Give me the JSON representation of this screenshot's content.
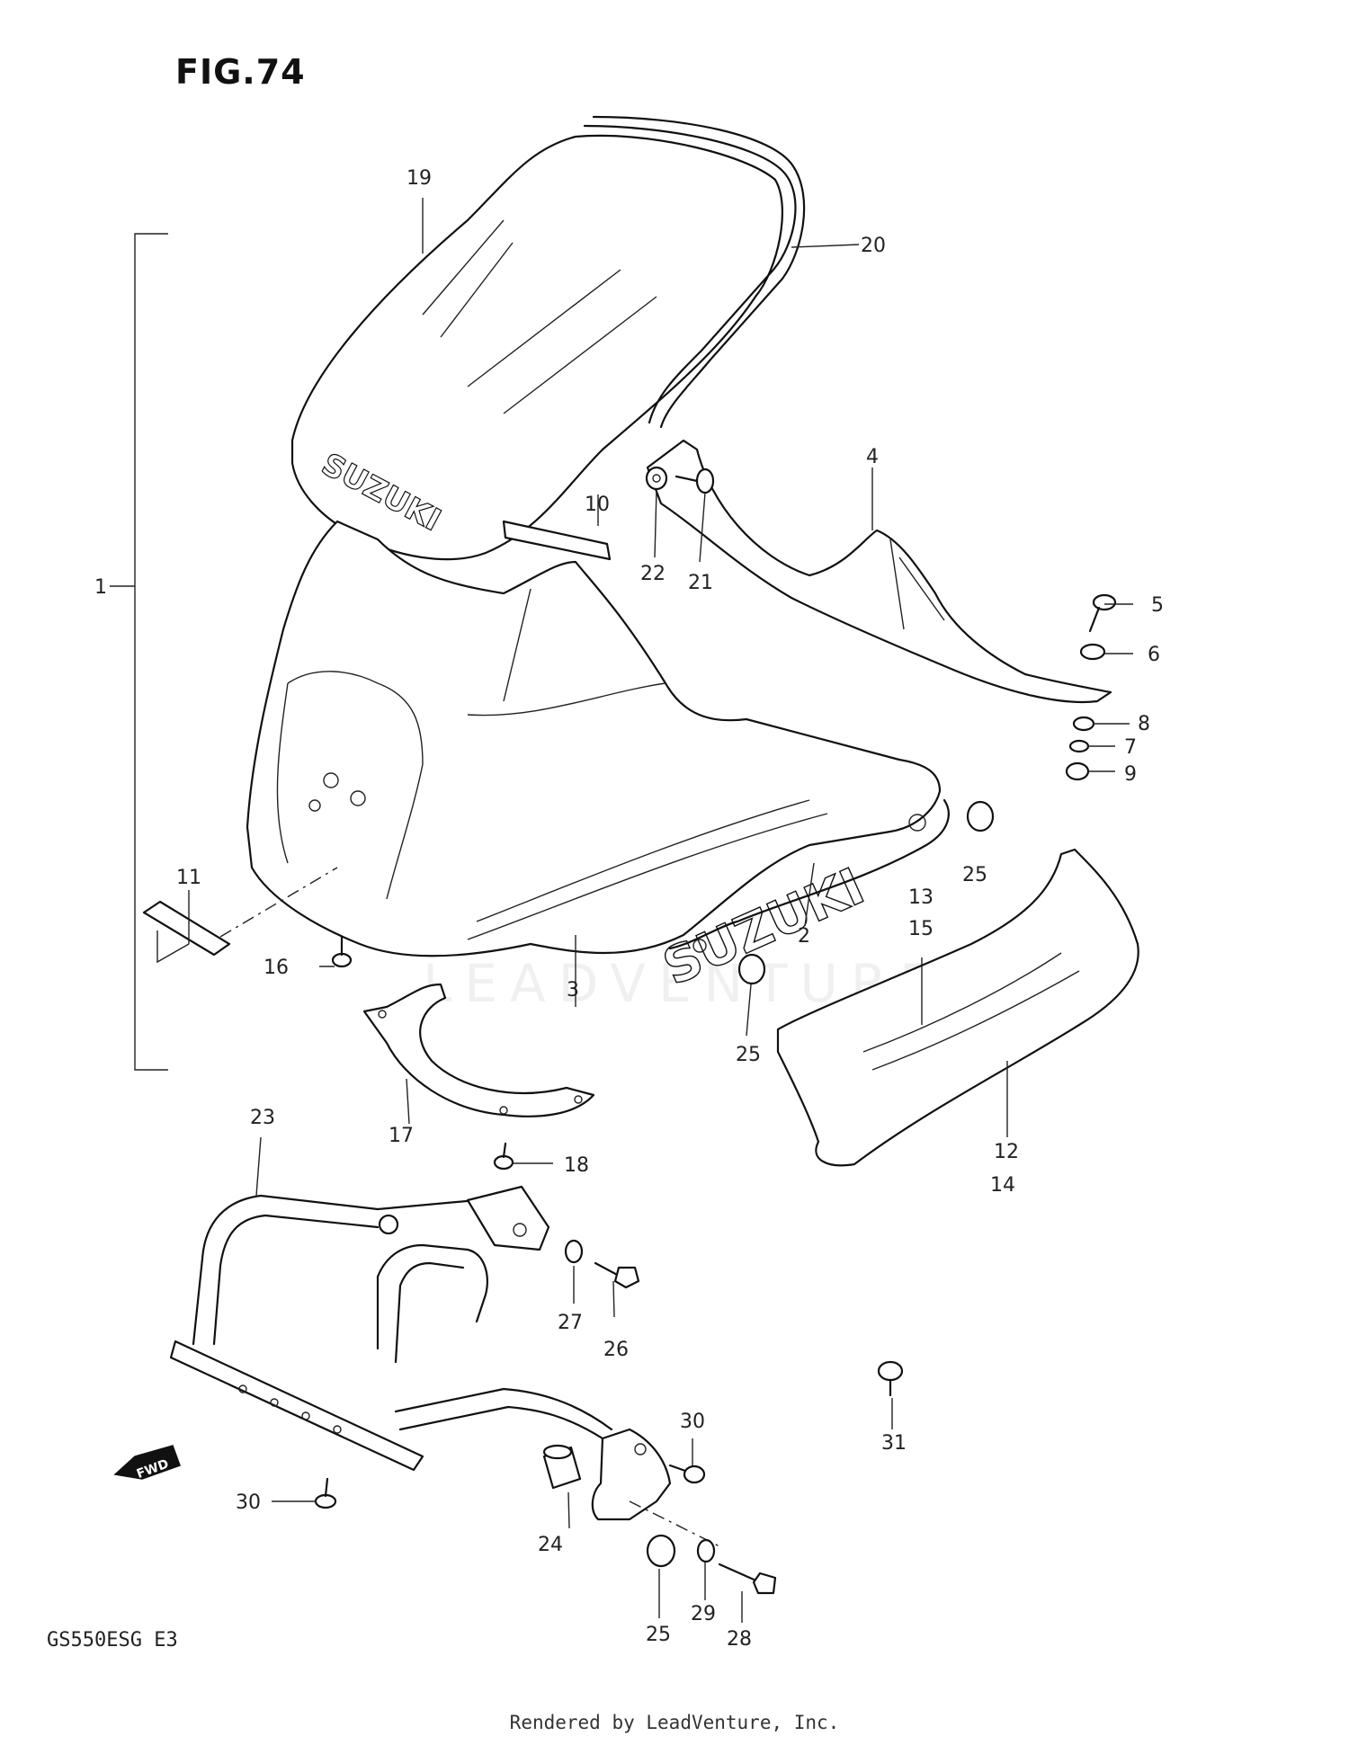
{
  "figure": {
    "title": "FIG.74",
    "model_code": "GS550ESG E3",
    "footer": "Rendered by LeadVenture, Inc.",
    "watermark": "LEADVENTURE",
    "direction_label": "FWD"
  },
  "decals": {
    "windshield_logo": "SUZUKI",
    "fairing_logo": "SUZUKI"
  },
  "callouts": {
    "c1": "1",
    "c2": "2",
    "c3": "3",
    "c4": "4",
    "c5": "5",
    "c6": "6",
    "c7": "7",
    "c8": "8",
    "c9": "9",
    "c10": "10",
    "c11": "11",
    "c12": "12",
    "c13": "13",
    "c14": "14",
    "c15": "15",
    "c16": "16",
    "c17": "17",
    "c18": "18",
    "c19": "19",
    "c20": "20",
    "c21": "21",
    "c22": "22",
    "c23": "23",
    "c24": "24",
    "c25a": "25",
    "c25b": "25",
    "c25c": "25",
    "c26": "26",
    "c27": "27",
    "c28": "28",
    "c29": "29",
    "c30a": "30",
    "c30b": "30",
    "c31": "31"
  }
}
